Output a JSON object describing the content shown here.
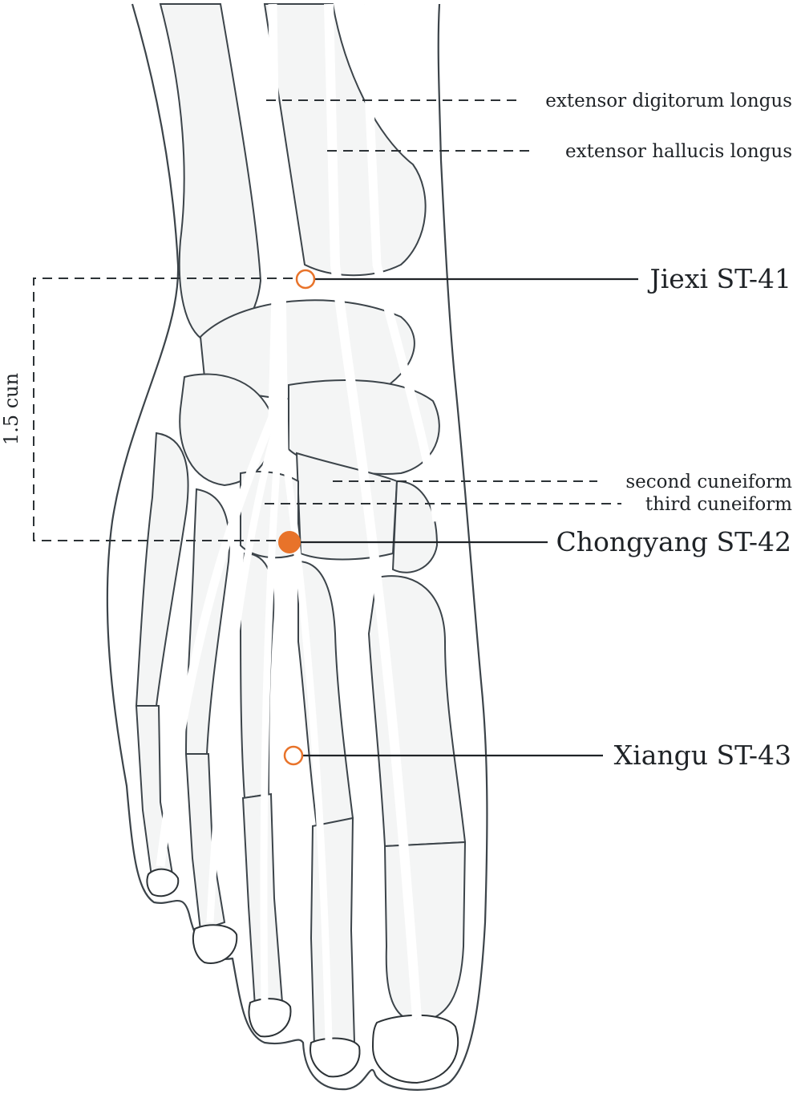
{
  "labels": {
    "extensor_digitorum": "extensor digitorum longus",
    "extensor_hallucis": "extensor hallucis longus",
    "jiexi": "Jiexi ST-41",
    "second_cuneiform": "second cuneiform",
    "third_cuneiform": "third cuneiform",
    "chongyang": "Chongyang ST-42",
    "xiangu": "Xiangu ST-43",
    "measure": "1.5 cun"
  },
  "colors": {
    "accent": "#e8732a",
    "line": "#1f2327",
    "outline": "#3c444a"
  },
  "points": [
    {
      "id": "jiexi",
      "style": "hollow"
    },
    {
      "id": "chongyang",
      "style": "filled"
    },
    {
      "id": "xiangu",
      "style": "hollow"
    }
  ]
}
